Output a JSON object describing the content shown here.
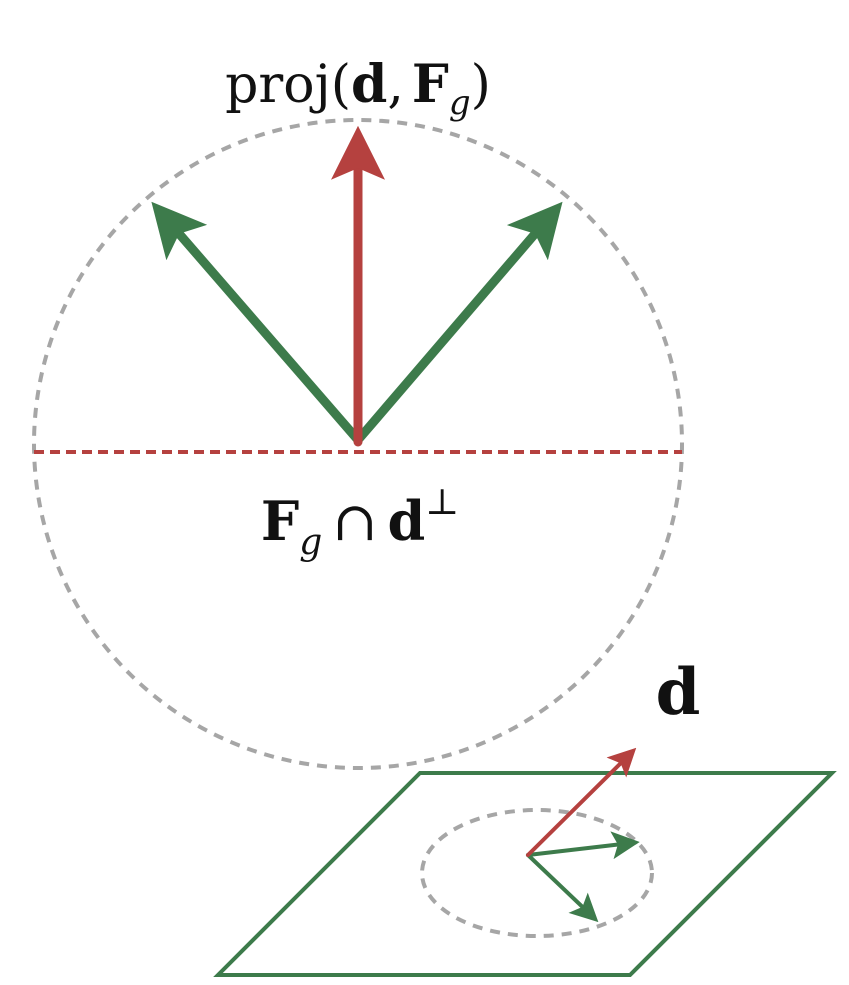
{
  "colors": {
    "red": "#b5413f",
    "green": "#3d7b4b",
    "gray": "#a6a6a6",
    "text": "#111111"
  },
  "labels": {
    "projection": {
      "proj": "proj",
      "open_paren": "(",
      "d": "d",
      "comma": ",",
      "F": "F",
      "sub_g": "g",
      "close_paren": ")"
    },
    "intersection": {
      "F": "F",
      "sub_g": "g",
      "cap": "∩",
      "d": "d",
      "sup_perp": "⊥"
    },
    "vector_d": "d"
  }
}
